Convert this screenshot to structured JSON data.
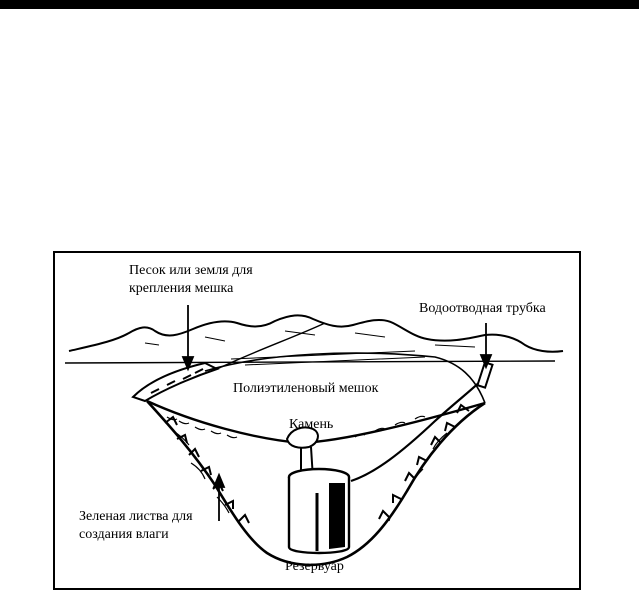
{
  "figure": {
    "labels": {
      "sand": "Песок или земля для",
      "sand2": "крепления мешка",
      "pipe": "Водоотводная трубка",
      "bag": "Полиэтиленовый мешок",
      "stone": "Камень",
      "leaves": "Зеленая листва для",
      "leaves2": "создания влаги",
      "reservoir": "Резервуар"
    }
  }
}
